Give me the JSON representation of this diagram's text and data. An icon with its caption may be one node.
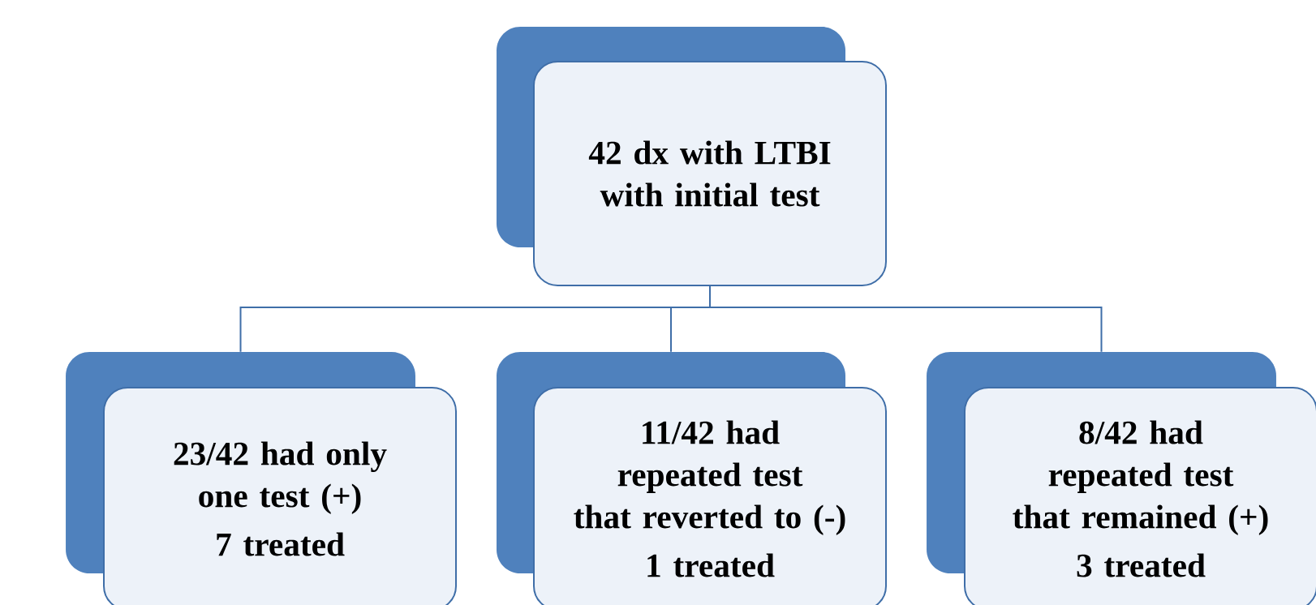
{
  "diagram": {
    "nodes": [
      {
        "text": [
          "42 dx with LTBI with initial test"
        ]
      },
      {
        "text": [
          "23/42 had only one test (+)",
          "7 treated"
        ]
      },
      {
        "text": [
          "11/42 had repeated test that reverted to (-)",
          "1 treated"
        ]
      },
      {
        "text": [
          "8/42 had repeated test that remained (+)",
          "3 treated"
        ]
      }
    ],
    "edges": [
      {
        "from": 0,
        "to": 1,
        "arrow": "none"
      },
      {
        "from": 0,
        "to": 2,
        "arrow": "none"
      },
      {
        "from": 0,
        "to": 3,
        "arrow": "none"
      }
    ]
  }
}
